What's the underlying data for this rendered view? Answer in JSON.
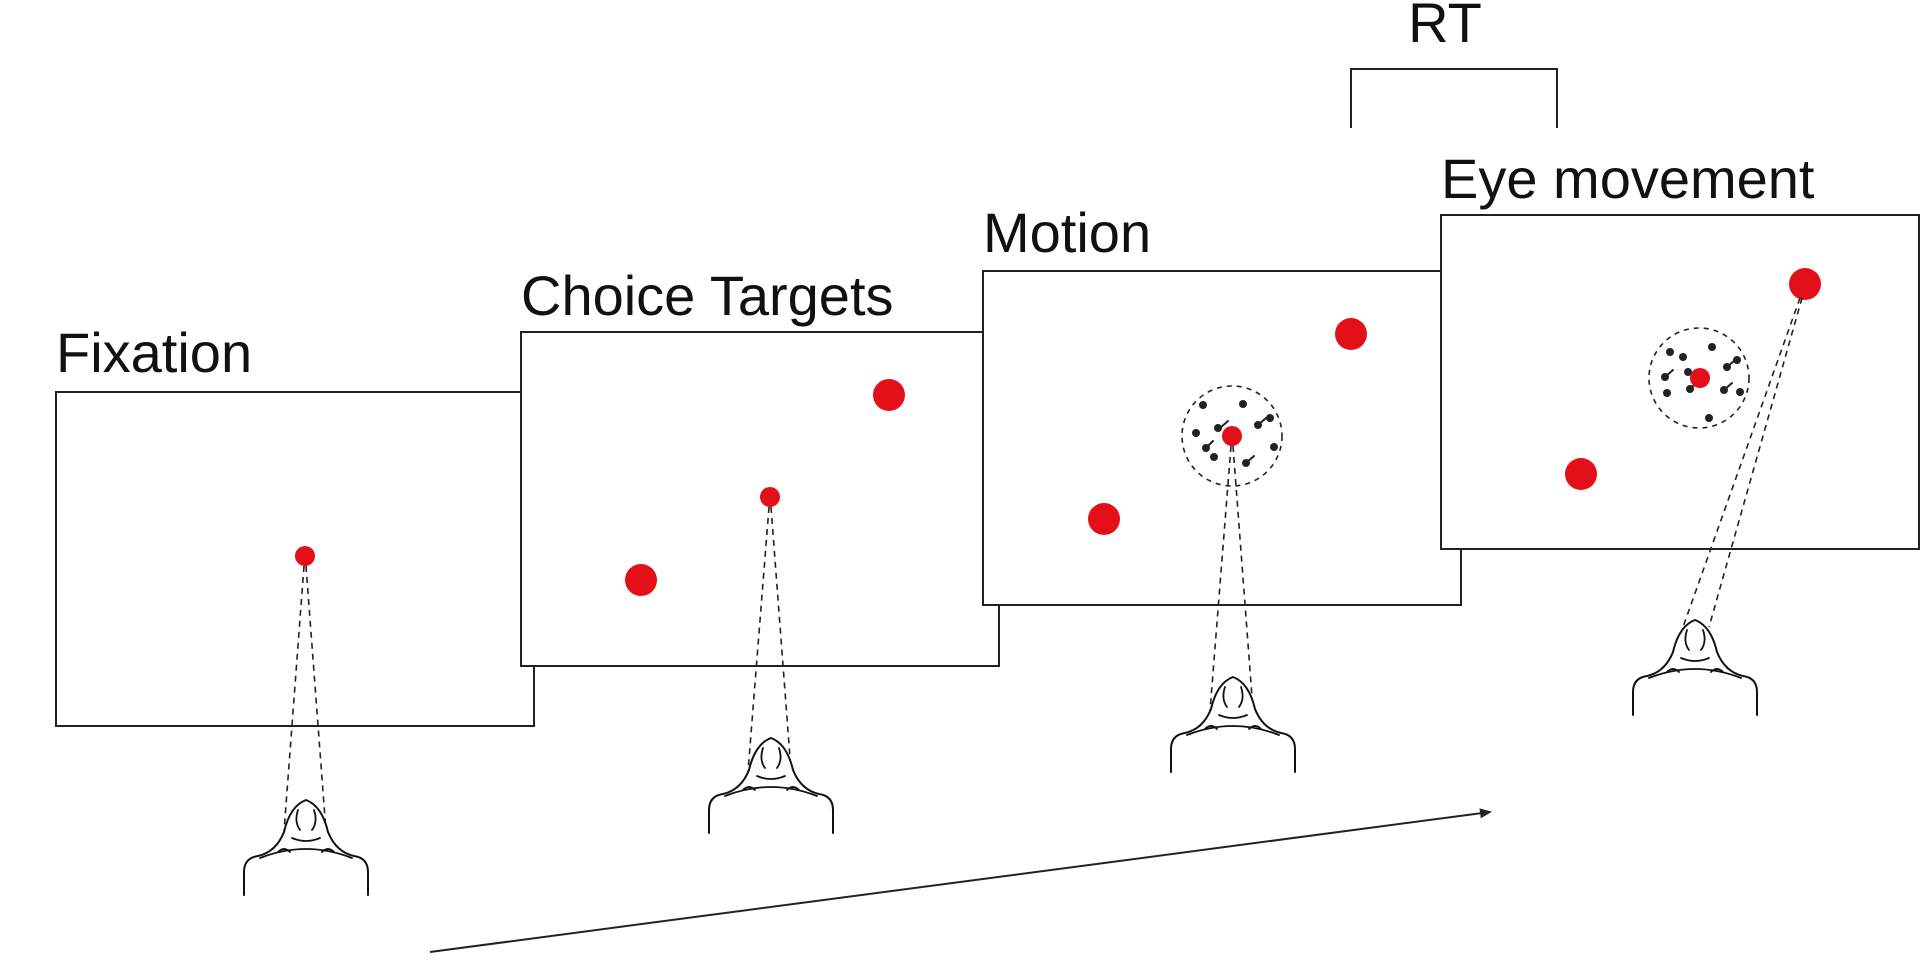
{
  "stages": [
    {
      "label": "Fixation"
    },
    {
      "label": "Choice Targets"
    },
    {
      "label": "Motion"
    },
    {
      "label": "Eye movement"
    }
  ],
  "rt_label": "RT",
  "colors": {
    "target": "#e3101a",
    "frame": "#222222",
    "dots": "#222222"
  },
  "icons": {
    "viewer": "monkey-head-icon",
    "time": "time-arrow-icon"
  }
}
